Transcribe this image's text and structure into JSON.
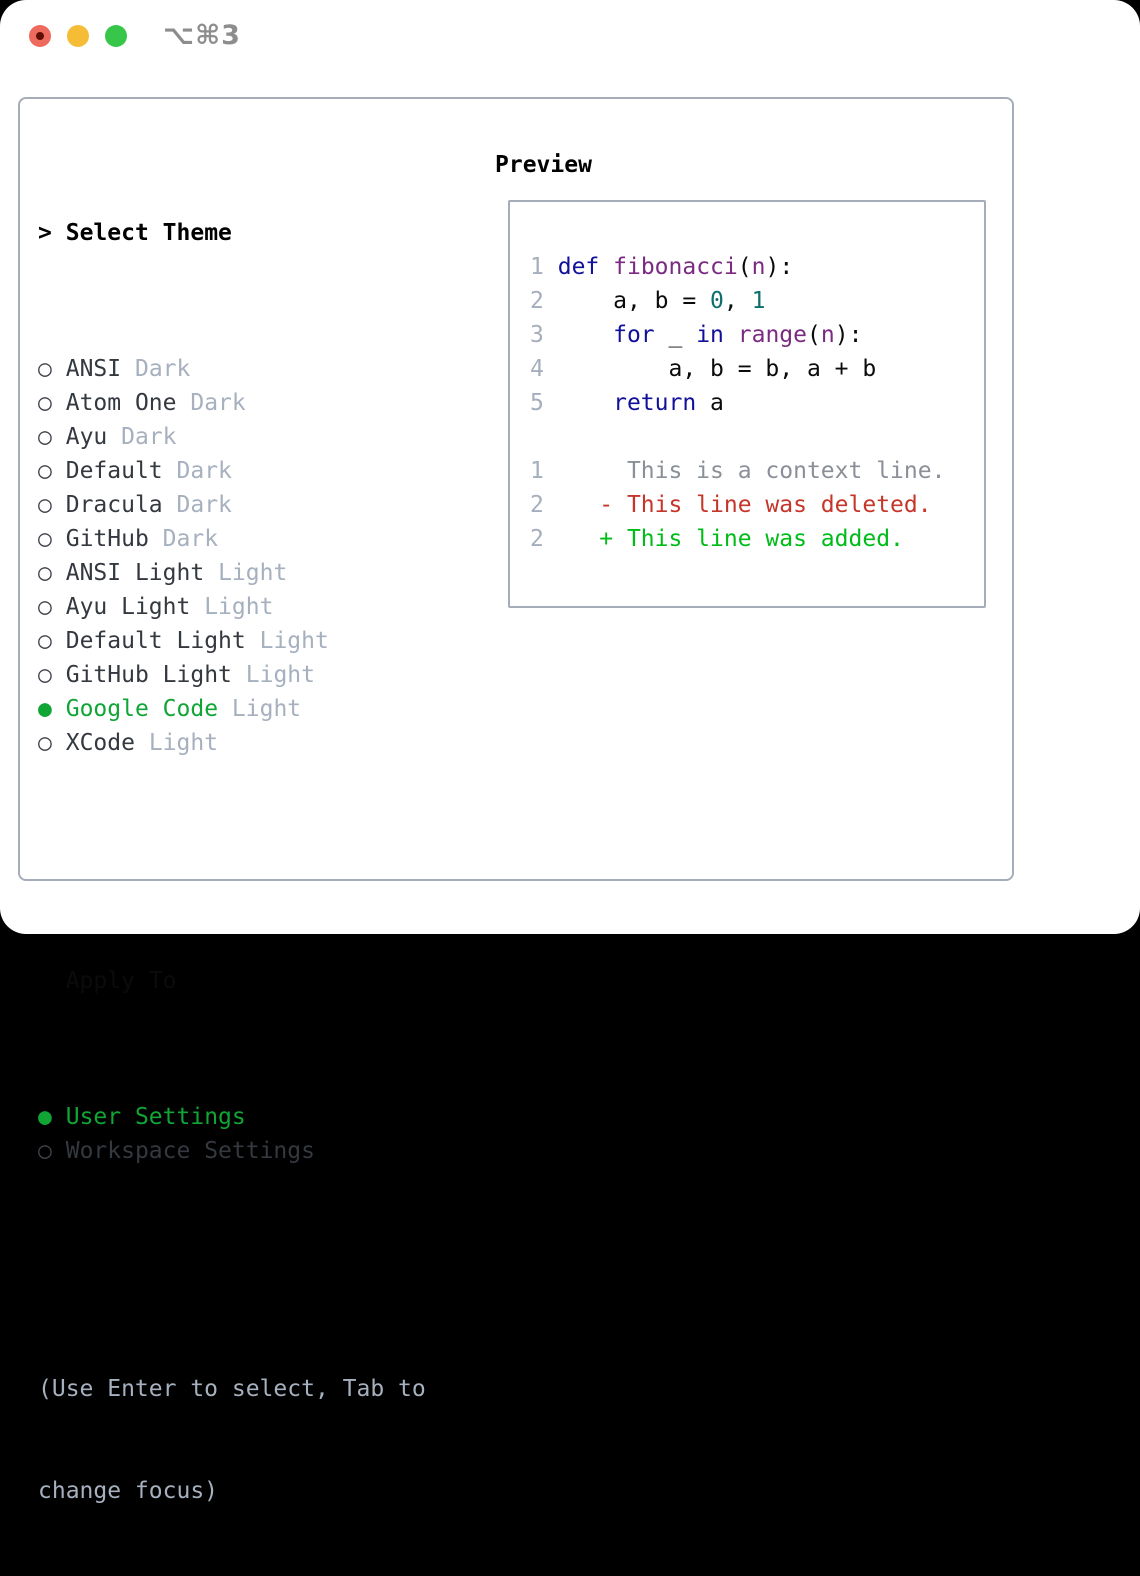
{
  "window": {
    "shortcut": "⌥⌘3",
    "traffic_lights": [
      "close",
      "minimize",
      "zoom"
    ]
  },
  "colors": {
    "selection_green": "#10a535",
    "tag_gray": "#a6b0be",
    "border_gray": "#a5adbb",
    "keyword_blue": "#10109a",
    "function_purple": "#7b2a82",
    "number_teal": "#0e6e6e",
    "diff_deleted_red": "#c6352a",
    "diff_added_green": "#00bc18",
    "diff_context_gray": "#8a8f98",
    "traffic_red": "#ee6a5e",
    "traffic_yellow": "#f5bd35",
    "traffic_green": "#37c649"
  },
  "theme_selector": {
    "cursor": ">",
    "title": "Select Theme",
    "unselected_bullet": "○",
    "selected_bullet": "●",
    "themes": [
      {
        "name": "ANSI",
        "tag": "Dark",
        "selected": false
      },
      {
        "name": "Atom One",
        "tag": "Dark",
        "selected": false
      },
      {
        "name": "Ayu",
        "tag": "Dark",
        "selected": false
      },
      {
        "name": "Default",
        "tag": "Dark",
        "selected": false
      },
      {
        "name": "Dracula",
        "tag": "Dark",
        "selected": false
      },
      {
        "name": "GitHub",
        "tag": "Dark",
        "selected": false
      },
      {
        "name": "ANSI Light",
        "tag": "Light",
        "selected": false
      },
      {
        "name": "Ayu Light",
        "tag": "Light",
        "selected": false
      },
      {
        "name": "Default Light",
        "tag": "Light",
        "selected": false
      },
      {
        "name": "GitHub Light",
        "tag": "Light",
        "selected": false
      },
      {
        "name": "Google Code",
        "tag": "Light",
        "selected": true
      },
      {
        "name": "XCode",
        "tag": "Light",
        "selected": false
      }
    ],
    "apply_to": {
      "title": "Apply To",
      "options": [
        {
          "name": "User Settings",
          "selected": true
        },
        {
          "name": "Workspace Settings",
          "selected": false
        }
      ]
    },
    "hint_line1": "(Use Enter to select, Tab to",
    "hint_line2": "change focus)"
  },
  "preview": {
    "title": "Preview",
    "code_lines": [
      {
        "no": "1",
        "tokens": [
          {
            "t": "def",
            "c": "kw"
          },
          {
            "t": " ",
            "c": "pl"
          },
          {
            "t": "fibonacci",
            "c": "fn"
          },
          {
            "t": "(",
            "c": "pl"
          },
          {
            "t": "n",
            "c": "fn"
          },
          {
            "t": "):",
            "c": "pl"
          }
        ]
      },
      {
        "no": "2",
        "tokens": [
          {
            "t": "    a, b = ",
            "c": "pl"
          },
          {
            "t": "0",
            "c": "num"
          },
          {
            "t": ", ",
            "c": "pl"
          },
          {
            "t": "1",
            "c": "num"
          }
        ]
      },
      {
        "no": "3",
        "tokens": [
          {
            "t": "    ",
            "c": "pl"
          },
          {
            "t": "for",
            "c": "kw"
          },
          {
            "t": " _ ",
            "c": "pl"
          },
          {
            "t": "in",
            "c": "kw"
          },
          {
            "t": " ",
            "c": "pl"
          },
          {
            "t": "range",
            "c": "fn"
          },
          {
            "t": "(",
            "c": "pl"
          },
          {
            "t": "n",
            "c": "fn"
          },
          {
            "t": "):",
            "c": "pl"
          }
        ]
      },
      {
        "no": "4",
        "tokens": [
          {
            "t": "        a, b = b, a + b",
            "c": "pl"
          }
        ]
      },
      {
        "no": "5",
        "tokens": [
          {
            "t": "    ",
            "c": "pl"
          },
          {
            "t": "return",
            "c": "kw"
          },
          {
            "t": " a",
            "c": "pl"
          }
        ]
      }
    ],
    "diff_lines": [
      {
        "no": "1",
        "marker": " ",
        "text": "This is a context line.",
        "kind": "context"
      },
      {
        "no": "2",
        "marker": "-",
        "text": "This line was deleted.",
        "kind": "deleted"
      },
      {
        "no": "2",
        "marker": "+",
        "text": "This line was added.",
        "kind": "added"
      }
    ]
  }
}
